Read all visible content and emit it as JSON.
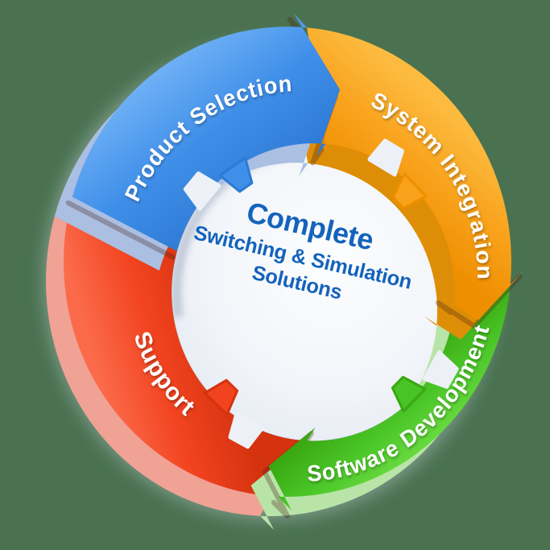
{
  "background_color": "#4A7251",
  "diagram": {
    "type": "cycle",
    "center": {
      "lines": [
        "Complete",
        "Switching & Simulation",
        "Solutions"
      ],
      "text_color": "#1463BC",
      "disc_color_light": "#FBFCFE",
      "disc_color_edge": "#D9E0EA"
    },
    "label_color": "#FFFFFF",
    "segments": [
      {
        "id": "product-selection",
        "label": "Product Selection",
        "start": 286,
        "end": 365,
        "text_mid": 325.5,
        "text_dir": "cw",
        "text_radius": 220,
        "font_size": 27,
        "head": "arrow",
        "colors": {
          "base": "#3F8FE9",
          "light": "#6FB0F6",
          "dark": "#2D7AD4",
          "side": "#AABFE2"
        }
      },
      {
        "id": "system-integration",
        "label": "System Integration",
        "start": 5,
        "end": 95.5,
        "text_mid": 57,
        "text_dir": "cw",
        "text_radius": 220,
        "font_size": 27,
        "head": "arrow",
        "colors": {
          "base": "#F9A21C",
          "light": "#FCBB3F",
          "dark": "#EE8F00",
          "side": "#DE8E06"
        }
      },
      {
        "id": "software-development",
        "label": "Software Development",
        "start": 95.5,
        "end": 182.5,
        "text_mid": 141,
        "text_dir": "ccw",
        "text_radius": 242,
        "font_size": 27,
        "head": "arrow",
        "colors": {
          "base": "#49C427",
          "light": "#67DA3E",
          "dark": "#3AA812",
          "side": "#B9E4A8"
        }
      },
      {
        "id": "support",
        "label": "Support",
        "start": 182.5,
        "end": 286,
        "text_mid": 236,
        "text_dir": "ccw",
        "text_radius": 218,
        "font_size": 29,
        "head": "flat",
        "colors": {
          "base": "#F2431F",
          "light": "#FB6B4B",
          "dark": "#D5330F",
          "side": "#F0A294"
        }
      }
    ],
    "draw_order": [
      "support",
      "software-development",
      "system-integration",
      "product-selection"
    ]
  }
}
